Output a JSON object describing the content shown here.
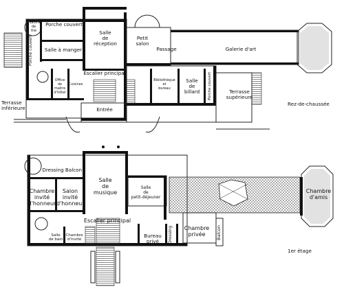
{
  "ground_floor": {
    "floor_label": "Rez-de-chaussée",
    "rooms": {
      "salon_the": "Salon\nde\nthé",
      "porche_couvert_top": "Porche couvert",
      "porche_couvert_left": "Porche couvert",
      "salle_a_manger": "Salle à manger",
      "salle_reception": "Salle\nde\nréception",
      "petit_salon": "Petit\nsalon",
      "passage": "Passage",
      "galerie_art": "Galerie d'art",
      "office": "Office\nde\nmaitre\nd'hôtel",
      "cuisines": "Cuisines",
      "escalier_principal": "Escalier principal",
      "bibliotheque": "Bibliothèque\net\nbureau",
      "salle_billard": "Salle\nde\nbillard",
      "porche_couvert_right": "Porche couvert",
      "entree": "Entrée",
      "terrasse_inferieure": "Terrasse\ninférieure",
      "terrasse_superieure": "Terrasse\nsupérieure"
    }
  },
  "first_floor": {
    "floor_label": "1er étage",
    "rooms": {
      "dressing_left": "Dressing",
      "balcon_top": "Balcon",
      "chambre_invite_honneur": "Chambre\ninvité\nd'honneur",
      "salon_invite_honneur": "Salon\ninvité\nd'honneur",
      "salle_musique": "Salle\nde\nmusique",
      "salle_petit_dejeuner": "Salle\nde\npetit-déjeuner",
      "chambre_amis": "Chambre\nd'amis",
      "escalier_principal": "Escalier principal",
      "salle_bain": "Salle\nde bain",
      "chambre_invite": "Chambre\nd'invité",
      "bureau_prive": "Bureau\nprivé",
      "dressing_right": "Dressing",
      "chambre_privee": "Chambre\nprivée",
      "balcon_right": "Balcon"
    }
  }
}
